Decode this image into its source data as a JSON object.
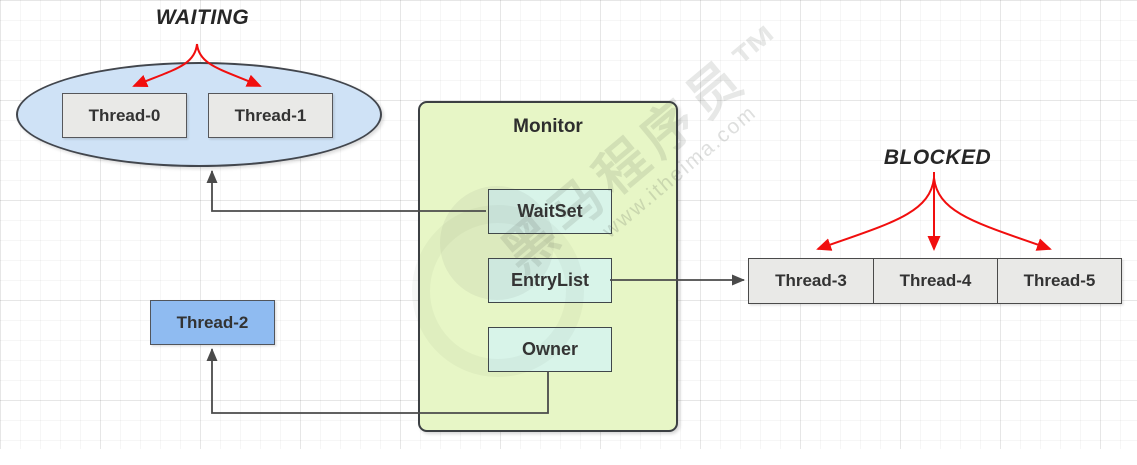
{
  "diagram": {
    "waiting_title": "WAITING",
    "blocked_title": "BLOCKED",
    "waiting_threads": [
      "Thread-0",
      "Thread-1"
    ],
    "owner_thread": "Thread-2",
    "blocked_threads": [
      "Thread-3",
      "Thread-4",
      "Thread-5"
    ],
    "monitor": {
      "title": "Monitor",
      "slots": [
        "WaitSet",
        "EntryList",
        "Owner"
      ]
    },
    "watermark": {
      "brand": "黑马程序员™",
      "site": "www.itheima.com"
    },
    "colors": {
      "ellipse_fill": "#cfe2f6",
      "ellipse_border": "#42464d",
      "thread_gray_fill": "#e9e9e7",
      "thread_gray_border": "#56575b",
      "owner_thread_fill": "#8fbbf1",
      "monitor_fill": "#e7f6c6",
      "monitor_border": "#3c4043",
      "slot_fill": "#d8f4e9",
      "arrow_red": "#f10e0e",
      "arrow_dark": "#4b4b4b",
      "text": "#333333"
    }
  }
}
